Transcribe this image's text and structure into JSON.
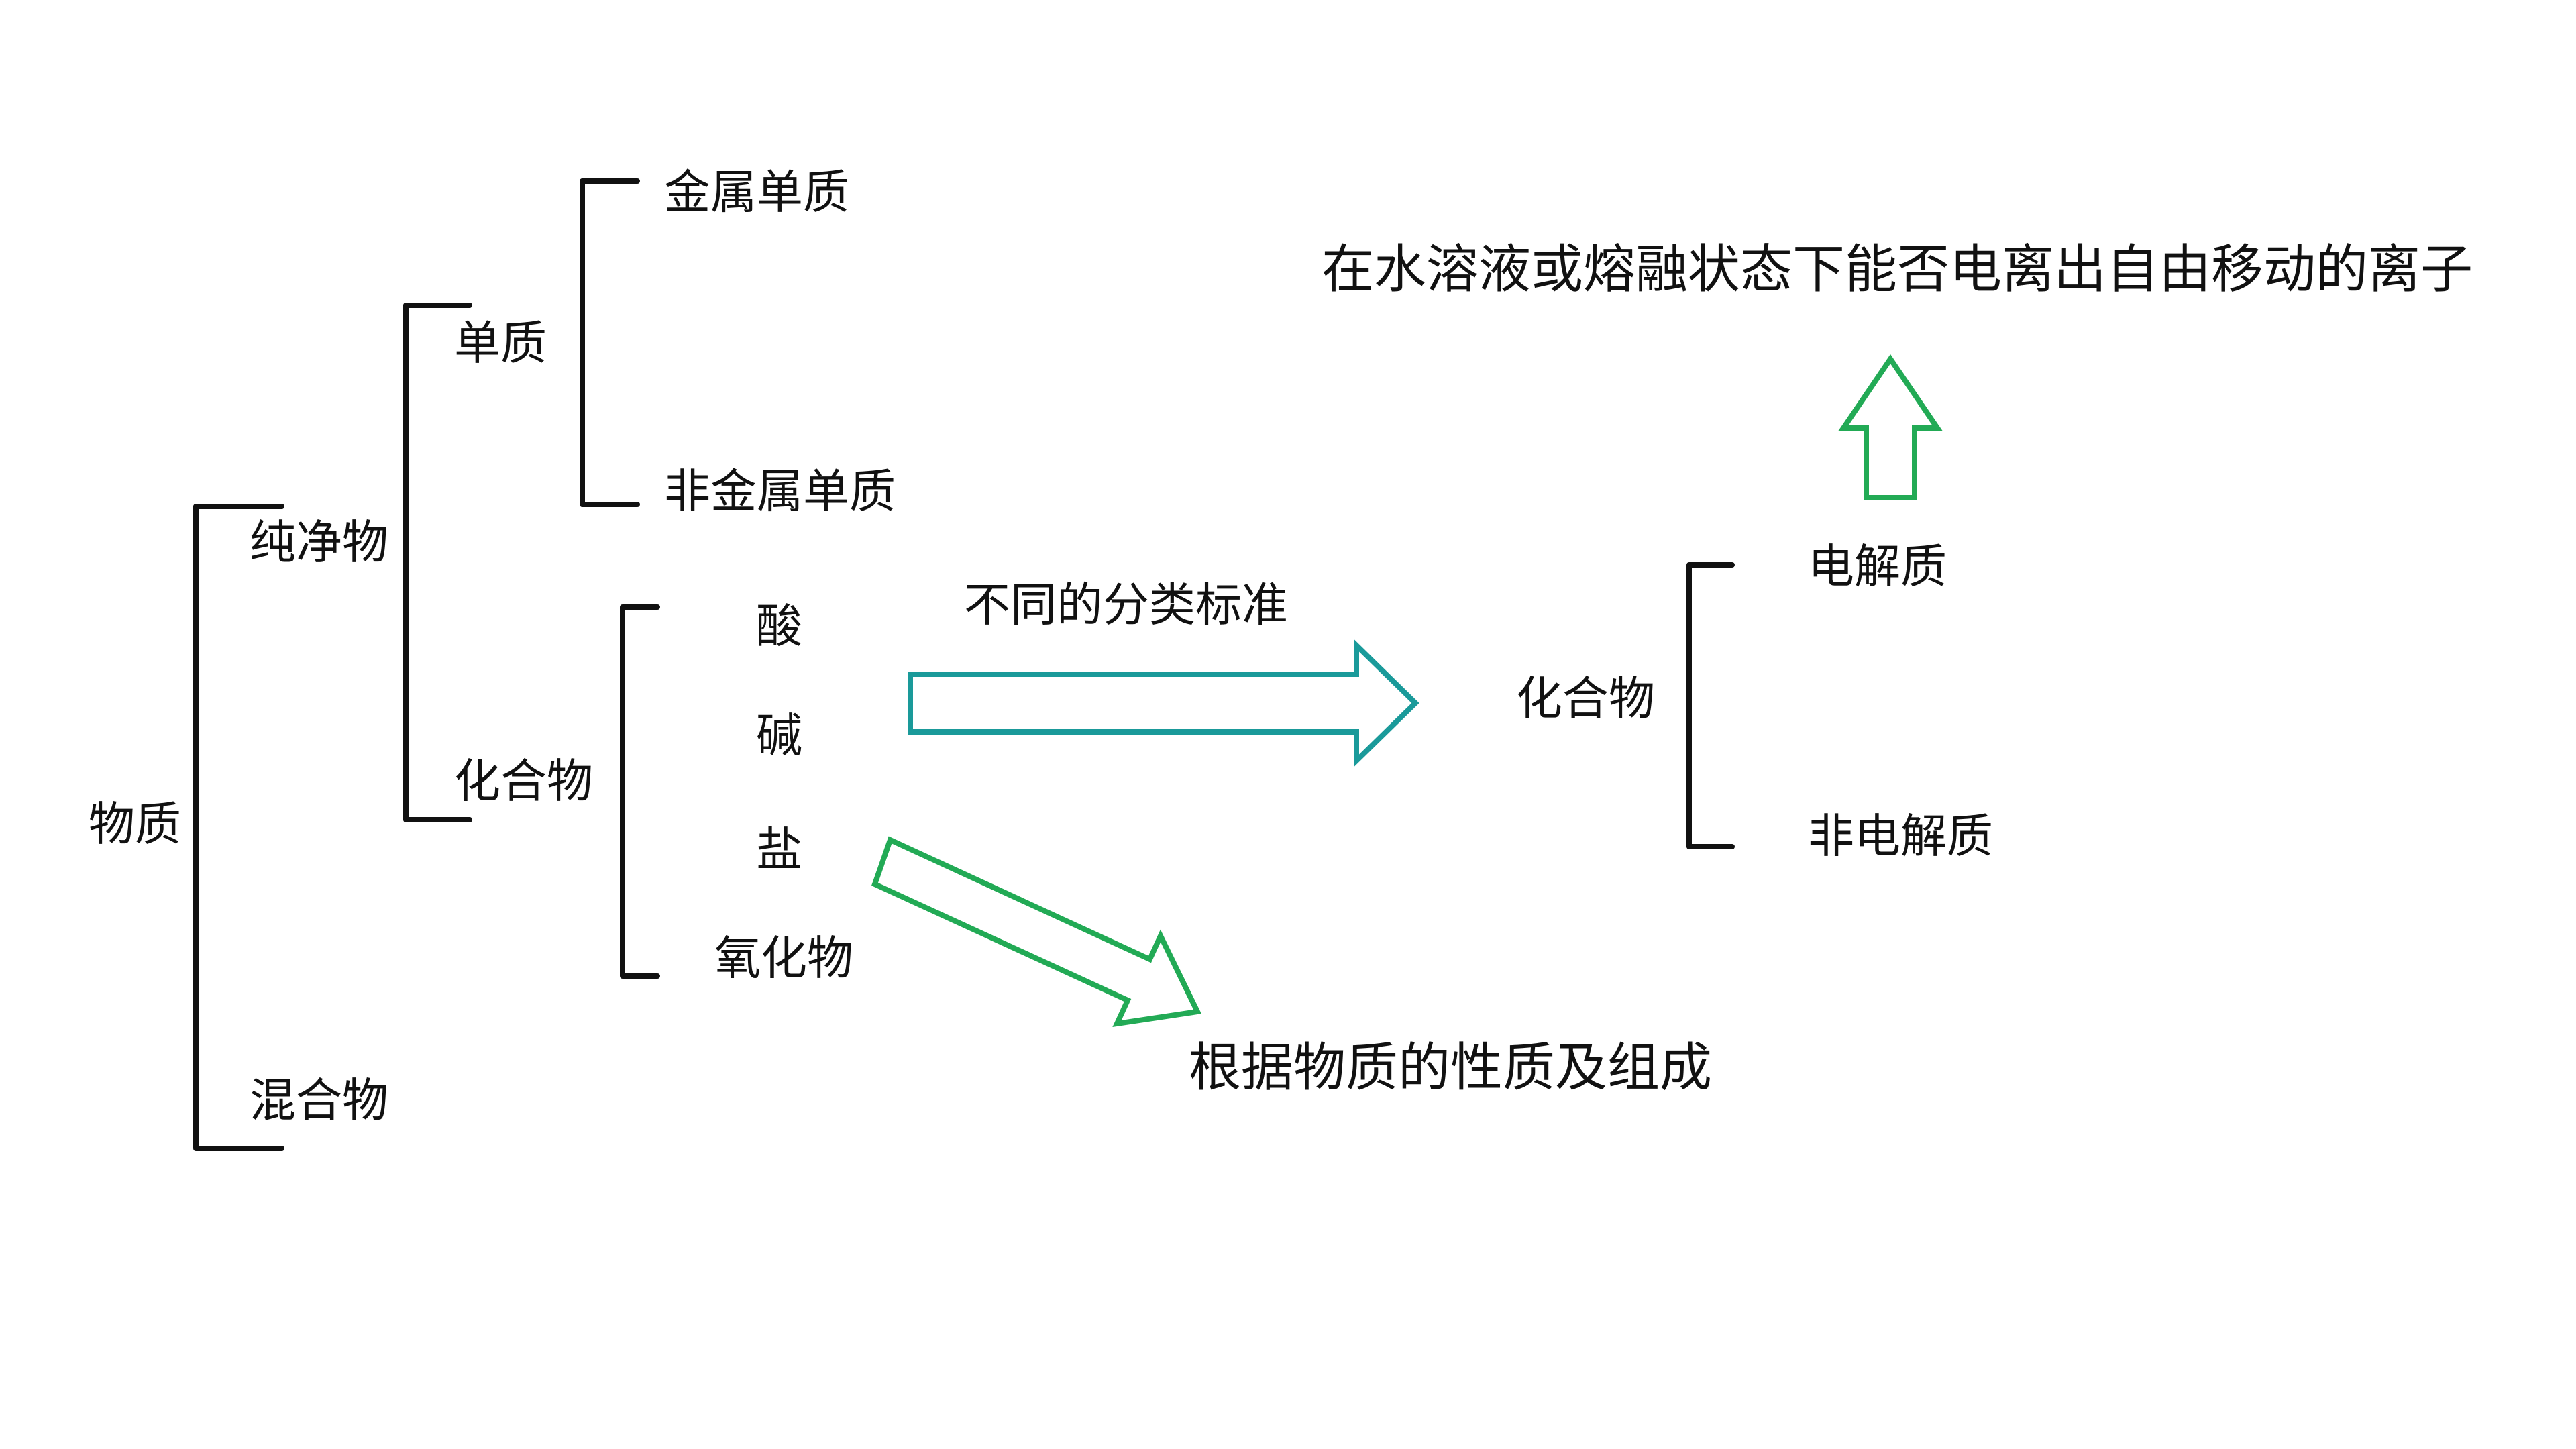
{
  "labels": {
    "matter": "物质",
    "pure_substance": "纯净物",
    "mixture": "混合物",
    "element": "单质",
    "compound": "化合物",
    "metal_element": "金属单质",
    "nonmetal_element": "非金属单质",
    "acid": "酸",
    "base": "碱",
    "salt": "盐",
    "oxide": "氧化物",
    "diff_standard": "不同的分类标准",
    "compound_right": "化合物",
    "electrolyte": "电解质",
    "nonelectrolyte": "非电解质",
    "ionization_criterion": "在水溶液或熔融状态下能否电离出自由移动的离子",
    "property_criterion": "根据物质的性质及组成"
  },
  "colors": {
    "text": "#111111",
    "brace": "#111111",
    "arrow_teal": "#1a9a9a",
    "arrow_green": "#22aa55"
  }
}
